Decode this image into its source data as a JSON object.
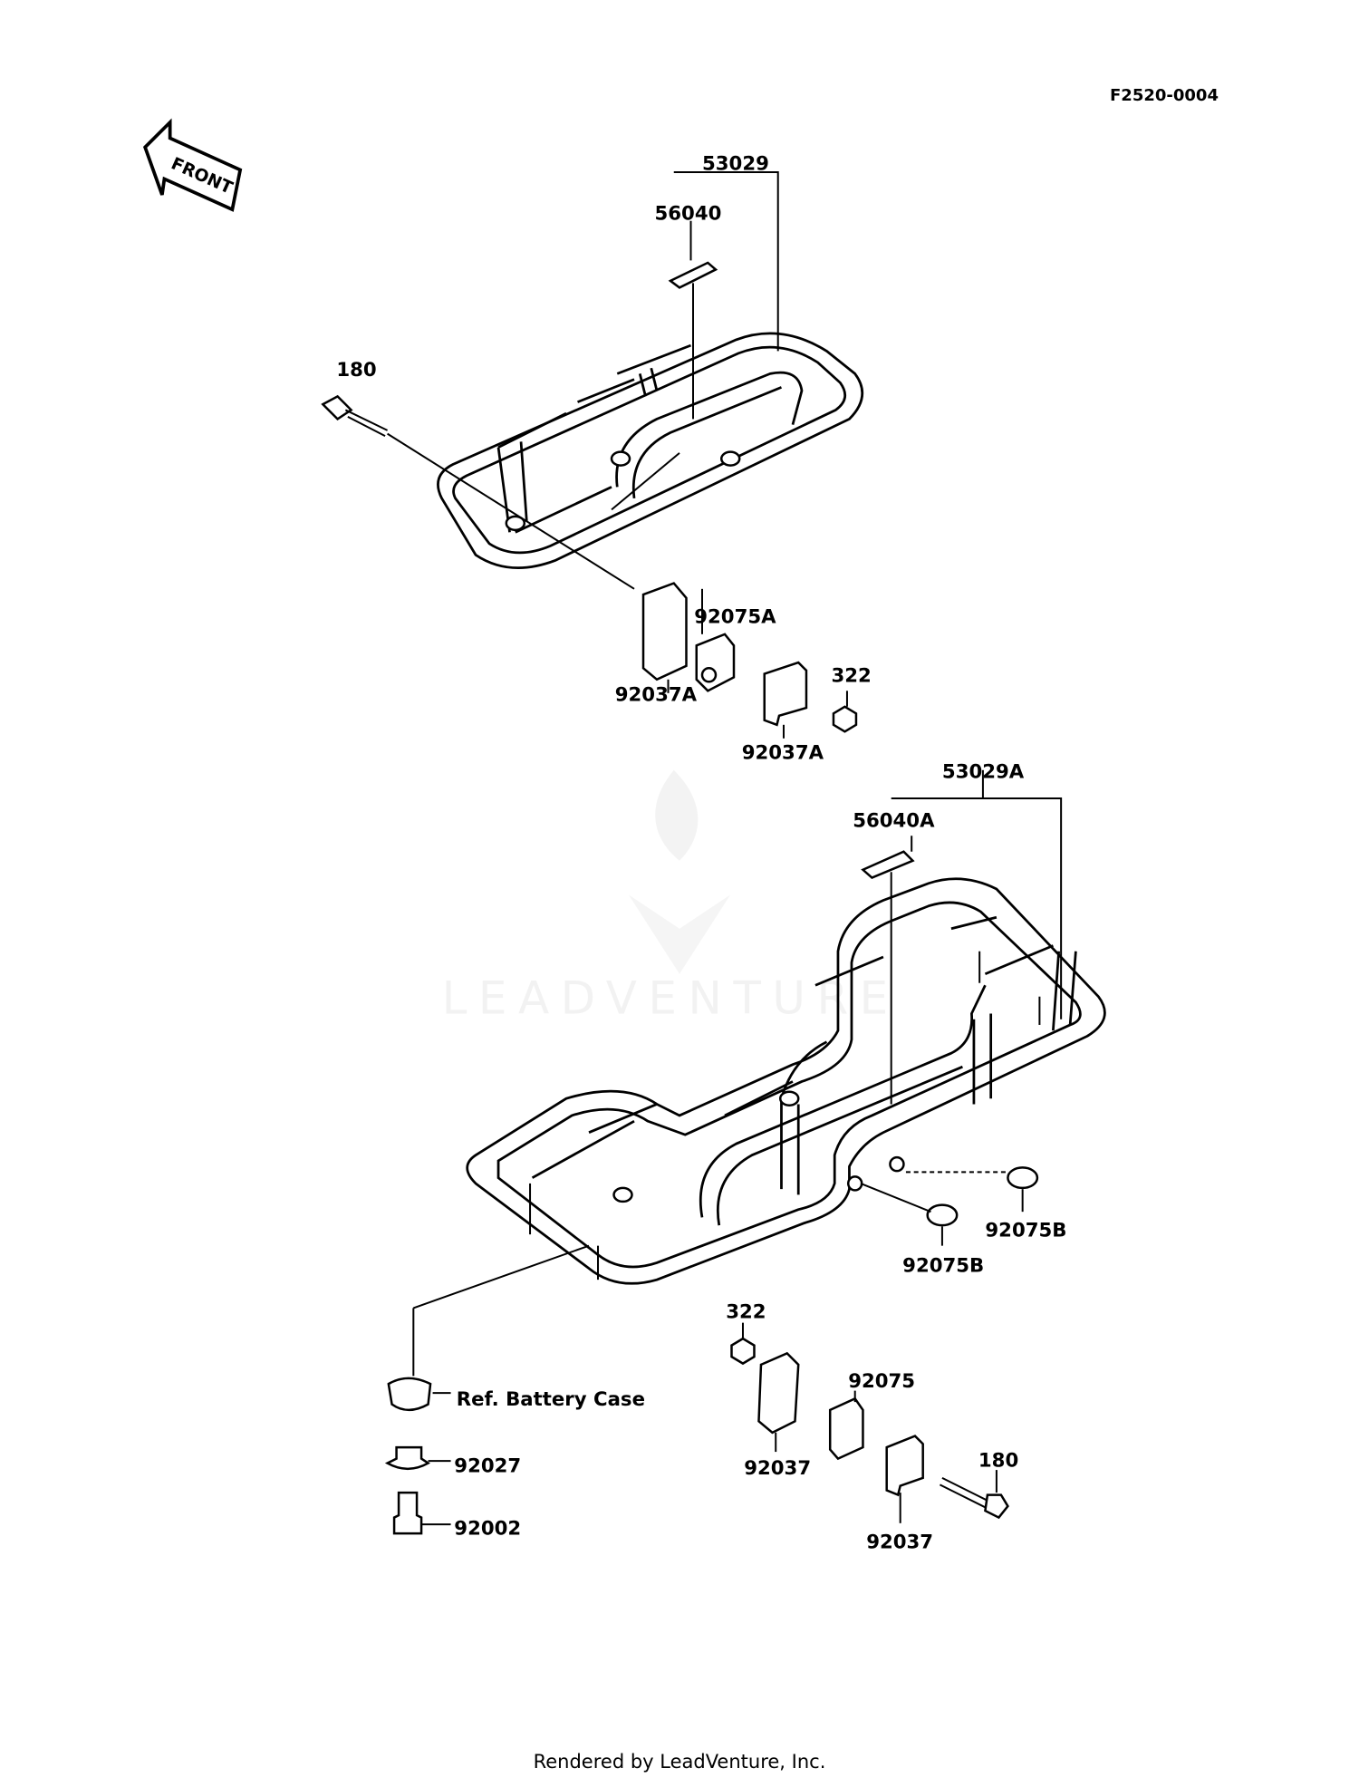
{
  "diagram_code": "F2520-0004",
  "direction_arrow": "FRONT",
  "watermark": "LEADVENTURE",
  "footer": "Rendered by LeadVenture, Inc.",
  "labels": {
    "rear_rack": "53029",
    "rear_reflector": "56040",
    "rear_bolt": "180",
    "rear_collar": "92075A",
    "rear_nut": "322",
    "rear_bracket_a": "92037A",
    "rear_bracket_b": "92037A",
    "front_rack": "53029A",
    "front_reflector": "56040A",
    "front_cap_right": "92075B",
    "front_cap_left": "92075B",
    "front_nut": "322",
    "front_collar": "92075",
    "battery_ref": "Ref. Battery Case",
    "front_bolt": "180",
    "spacer": "92027",
    "bolt_small": "92002",
    "front_bracket_a": "92037",
    "front_bracket_b": "92037"
  }
}
